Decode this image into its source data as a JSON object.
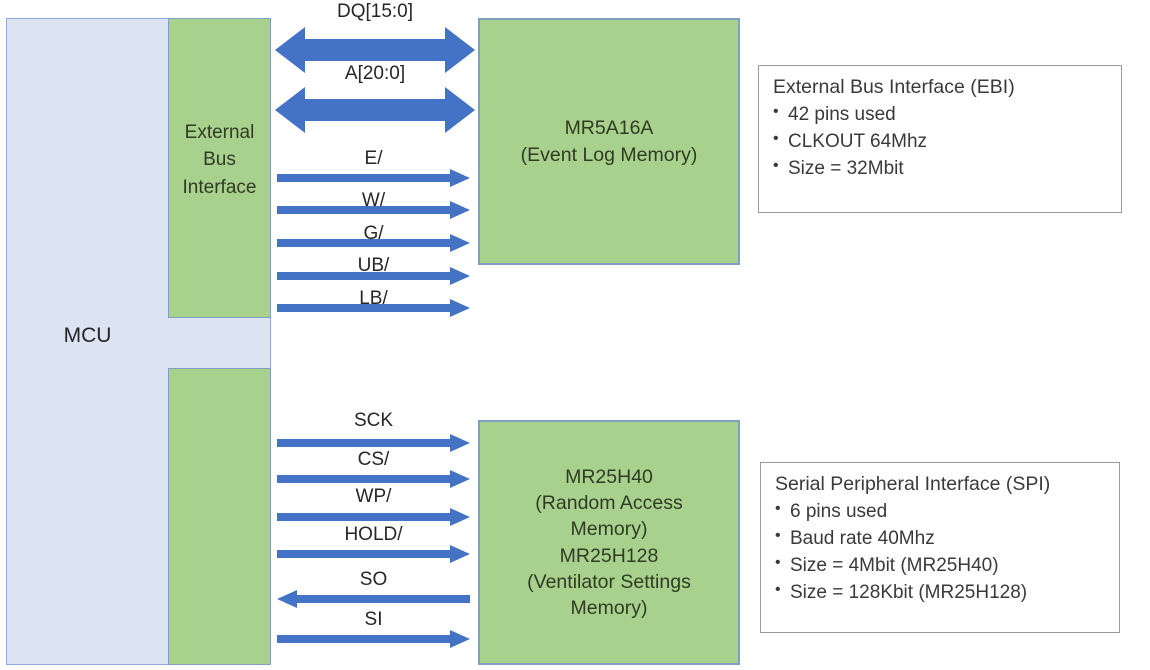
{
  "diagram": {
    "title": "MCU memory interface block diagram",
    "colors": {
      "mcu_fill": "#DCE3F2",
      "mcu_border": "#8FAADC",
      "block_fill": "#A9D18E",
      "block_border": "#7F9FC4",
      "arrow": "#4472C4",
      "text": "#262626",
      "info_border": "#9A9A9A"
    }
  },
  "mcu": {
    "label": "MCU",
    "ebi_block_label": "External\nBus\nInterface",
    "ebi_block_lines": [
      "External",
      "Bus",
      "Interface"
    ],
    "spi_block_label": ""
  },
  "memories": [
    {
      "id": "event-log-memory",
      "lines": [
        "MR5A16A",
        "(Event Log Memory)"
      ]
    },
    {
      "id": "spi-memory",
      "lines": [
        "MR25H40",
        "(Random Access",
        "Memory)",
        "MR25H128",
        "(Ventilator Settings",
        "Memory)"
      ]
    }
  ],
  "ebi_signals": [
    {
      "label": "DQ[15:0]",
      "direction": "bidirectional",
      "style": "wide"
    },
    {
      "label": "A[20:0]",
      "direction": "bidirectional",
      "style": "wide"
    },
    {
      "label": "E/",
      "direction": "right",
      "style": "thin"
    },
    {
      "label": "W/",
      "direction": "right",
      "style": "thin"
    },
    {
      "label": "G/",
      "direction": "right",
      "style": "thin"
    },
    {
      "label": "UB/",
      "direction": "right",
      "style": "thin"
    },
    {
      "label": "LB/",
      "direction": "right",
      "style": "thin"
    }
  ],
  "spi_signals": [
    {
      "label": "SCK",
      "direction": "right",
      "style": "thin"
    },
    {
      "label": "CS/",
      "direction": "right",
      "style": "thin"
    },
    {
      "label": "WP/",
      "direction": "right",
      "style": "thin"
    },
    {
      "label": "HOLD/",
      "direction": "right",
      "style": "thin"
    },
    {
      "label": "SO",
      "direction": "left",
      "style": "thin"
    },
    {
      "label": "SI",
      "direction": "right",
      "style": "thin"
    }
  ],
  "info_boxes": [
    {
      "id": "ebi-info",
      "title": "External Bus Interface (EBI)",
      "bullets": [
        "42 pins used",
        "CLKOUT 64Mhz",
        "Size = 32Mbit"
      ]
    },
    {
      "id": "spi-info",
      "title": "Serial Peripheral Interface (SPI)",
      "bullets": [
        "6 pins used",
        "Baud rate 40Mhz",
        "Size = 4Mbit (MR25H40)",
        "Size = 128Kbit (MR25H128)"
      ]
    }
  ]
}
